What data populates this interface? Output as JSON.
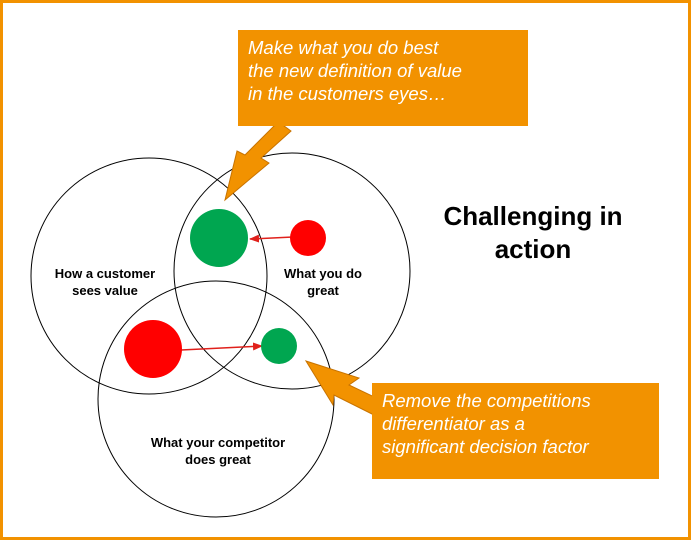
{
  "title": {
    "line1": "Challenging in",
    "line2": "action"
  },
  "callouts": {
    "top": {
      "line1": "Make what you do best",
      "line2": "the new definition of value",
      "line3": "in the customers eyes…"
    },
    "bottom": {
      "line1": "Remove the competitions",
      "line2": "differentiator as a",
      "line3": "significant decision factor"
    }
  },
  "circles": {
    "customer": {
      "line1": "How a customer",
      "line2": "sees value"
    },
    "you": {
      "line1": "What you do",
      "line2": "great"
    },
    "competitor": {
      "line1": "What your competitor",
      "line2": "does great"
    }
  },
  "colors": {
    "accent": "#F29200",
    "green": "#00A650",
    "red": "#FF0000",
    "arrow": "#E0201B"
  }
}
